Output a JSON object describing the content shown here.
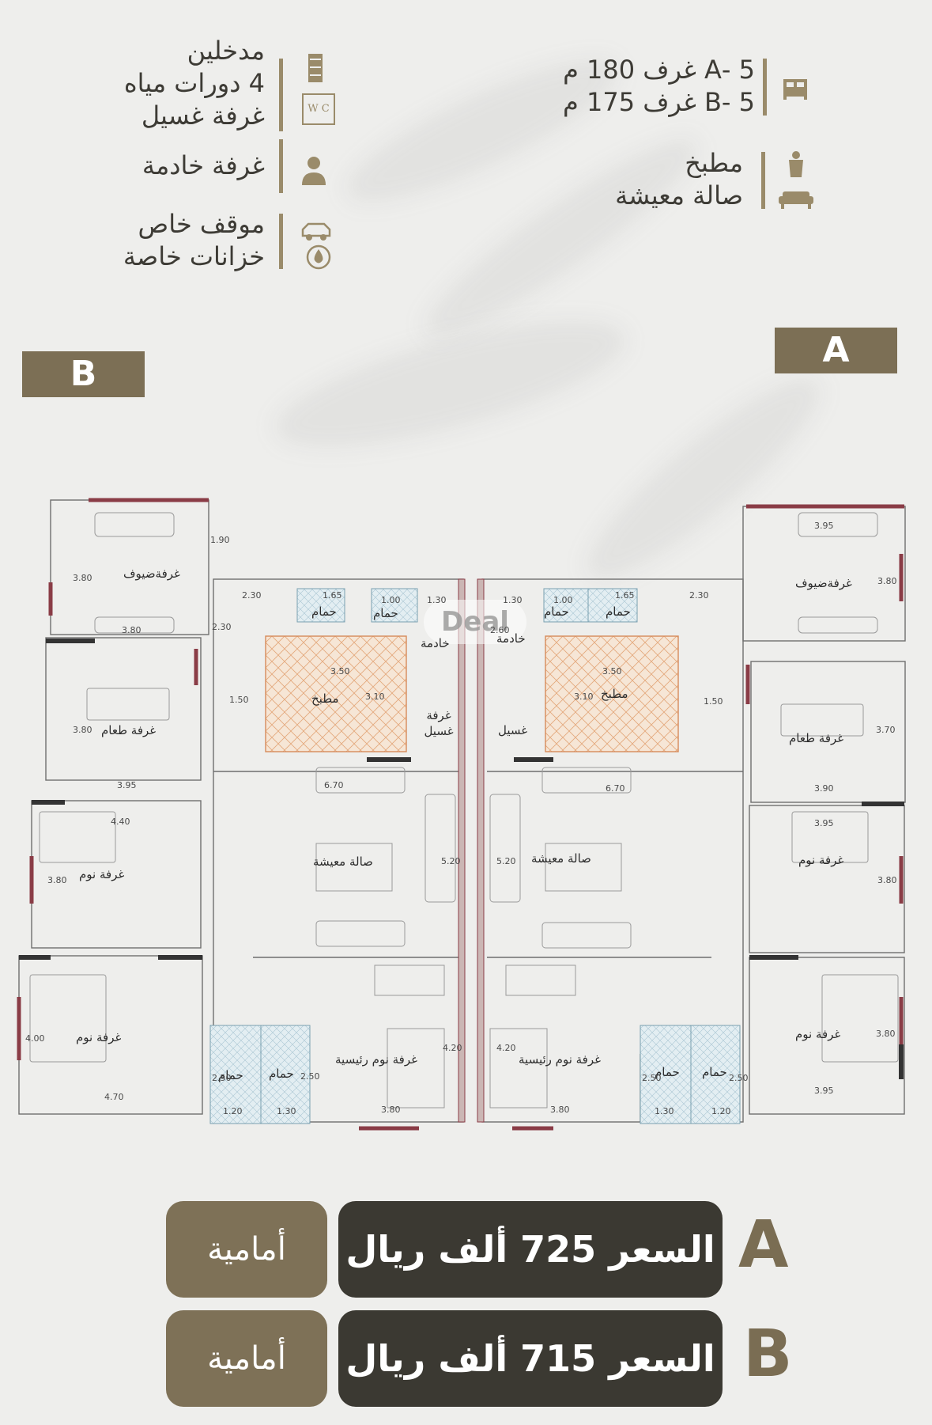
{
  "features_right": {
    "rooms_a": "5 -A غرف 180 م",
    "rooms_b": "5 -B غرف 175 م",
    "kitchen": "مطبخ",
    "living": "صالة معيشة"
  },
  "features_left": {
    "entrances": "مدخلين",
    "bathrooms": "4 دورات مياه",
    "laundry": "غرفة غسيل",
    "maid": "غرفة خادمة",
    "parking": "موقف خاص",
    "storage": "خزانات خاصة",
    "wc_icon_text": "W C"
  },
  "icons": [
    "bed-icon",
    "chef-icon",
    "sofa-icon",
    "door-icon",
    "wc-icon",
    "person-icon",
    "car-icon",
    "drop-icon"
  ],
  "plates": {
    "a": "A",
    "b": "B"
  },
  "watermark": "Deal",
  "plan_b": {
    "rooms": {
      "guest": "غرفةضيوف",
      "bath1": "حمام",
      "bath2": "حمام",
      "maid": "خادمة",
      "kitchen": "مطبخ",
      "laundry": "غرفة غسيل",
      "dining": "غرفة طعام",
      "bed1": "غرفة نوم",
      "living": "صالة معيشة",
      "bed2": "غرفة نوم",
      "bath3": "حمام",
      "bath4": "حمام",
      "master": "غرفة نوم رئيسية"
    },
    "dims": [
      "3.80",
      "1.90",
      "3.80",
      "2.30",
      "1.65",
      "1.00",
      "1.30",
      "2.30",
      "3.50",
      "1.50",
      "3.10",
      "3.80",
      "3.95",
      "6.70",
      "4.40",
      "3.80",
      "5.20",
      "4.00",
      "4.70",
      "2.50",
      "2.50",
      "1.20",
      "1.30",
      "3.80",
      "4.20"
    ]
  },
  "plan_a": {
    "rooms": {
      "guest": "غرفةضيوف",
      "bath1": "حمام",
      "bath2": "حمام",
      "maid": "خادمة",
      "kitchen": "مطبخ",
      "laundry": "غسيل",
      "dining": "غرفة طعام",
      "bed1": "غرفة نوم",
      "living": "صالة معيشة",
      "bed2": "غرفة نوم",
      "bath3": "حمام",
      "bath4": "حمام",
      "master": "غرفة نوم رئيسية"
    },
    "dims": [
      "3.95",
      "3.80",
      "1.30",
      "1.00",
      "1.65",
      "2.30",
      "2.60",
      "3.50",
      "3.10",
      "1.50",
      "3.70",
      "3.90",
      "6.70",
      "3.95",
      "3.80",
      "5.20",
      "3.80",
      "3.95",
      "2.50",
      "2.50",
      "1.30",
      "1.20",
      "3.80",
      "4.20"
    ]
  },
  "prices": {
    "a": {
      "letter": "A",
      "price": "السعر 725 ألف ريال",
      "facing": "أمامية"
    },
    "b": {
      "letter": "B",
      "price": "السعر 715 ألف ريال",
      "facing": "أمامية"
    }
  }
}
